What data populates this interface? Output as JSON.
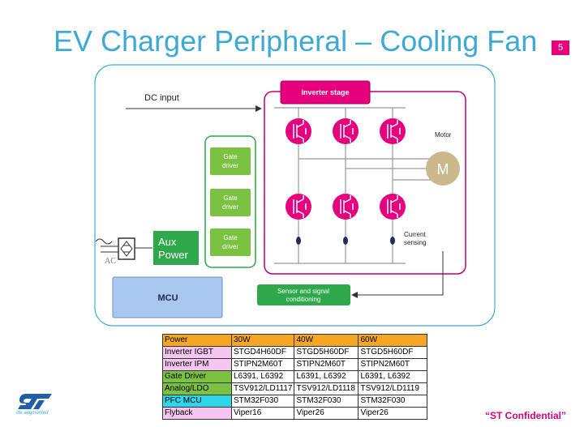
{
  "title": "EV Charger Peripheral – Cooling Fan",
  "page_number": "5",
  "diagram": {
    "dc_input": "DC input",
    "inverter_stage": "Inverter stage",
    "motor_label": "Motor",
    "motor_symbol": "M",
    "gate_driver_line1": "Gate",
    "gate_driver_line2": "driver",
    "aux_line1": "Aux",
    "aux_line2": "Power",
    "ac_label": "AC",
    "current_sensing_line1": "Current",
    "current_sensing_line2": "sensing",
    "mcu": "MCU",
    "sensor_line1": "Sensor and signal",
    "sensor_line2": "conditioning"
  },
  "colors": {
    "title_blue": "#3fa9d6",
    "magenta": "#e6007e",
    "green": "#2ea84a",
    "mcu_blue": "#a8c8f0",
    "motor_tan": "#c9b98c"
  },
  "table": {
    "header": [
      "Power",
      "30W",
      "40W",
      "60W"
    ],
    "rows": [
      {
        "label": "Inverter IGBT",
        "color": "#f4c6f0",
        "values": [
          "STGD4H60DF",
          "STGD5H60DF",
          "STGD5H60DF"
        ]
      },
      {
        "label": "Inverter IPM",
        "color": "#f4c6f0",
        "values": [
          "STIPN2M60T",
          "STIPN2M60T",
          "STIPN2M60T"
        ]
      },
      {
        "label": "Gate Driver",
        "color": "#7cc242",
        "values": [
          "L6391, L6392",
          "L6391, L6392",
          "L6391, L6392"
        ]
      },
      {
        "label": "Analog/LDO",
        "color": "#7cc242",
        "values": [
          "TSV912/LD1117",
          "TSV912/LD1118",
          "TSV912/LD1119"
        ]
      },
      {
        "label": "PFC MCU",
        "color": "#2fd5e8",
        "values": [
          "STM32F030",
          "STM32F030",
          "STM32F030"
        ]
      },
      {
        "label": "Flyback",
        "color": "#f4c6f0",
        "values": [
          "Viper16",
          "Viper26",
          "Viper26"
        ]
      }
    ]
  },
  "footer": {
    "tagline": "life.augmented",
    "confidential": "“ST Confidential”"
  }
}
